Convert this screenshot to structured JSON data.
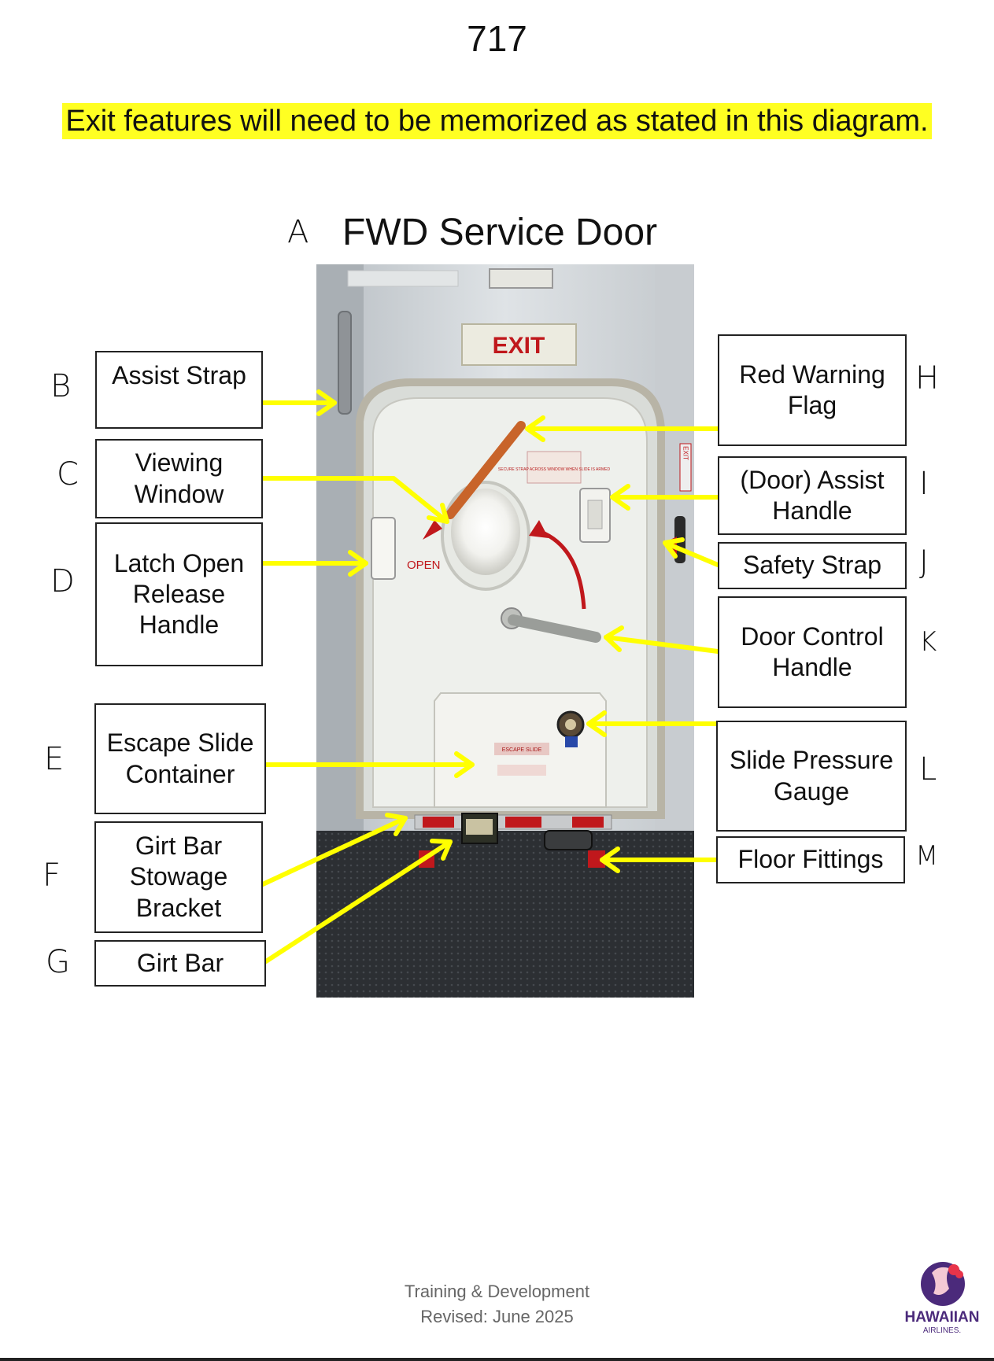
{
  "page_number": "717",
  "notice": "Exit features will need to be memorized as stated in this diagram.",
  "diagram": {
    "title": "FWD Service Door",
    "title_letter": "A",
    "exit_sign": "EXIT",
    "open_label": "OPEN",
    "secure_strap_placard": "SECURE STRAP ACROSS WINDOW WHEN SLIDE IS ARMED",
    "escape_slide_placard": "ESCAPE SLIDE",
    "side_sign": "EXIT",
    "labels": [
      {
        "letter": "B",
        "text": "Assist Strap"
      },
      {
        "letter": "C",
        "text": "Viewing Window"
      },
      {
        "letter": "D",
        "text": "Latch Open Release Handle"
      },
      {
        "letter": "E",
        "text": "Escape Slide Container"
      },
      {
        "letter": "F",
        "text": "Girt Bar Stowage Bracket"
      },
      {
        "letter": "G",
        "text": "Girt Bar"
      },
      {
        "letter": "H",
        "text": "Red Warning Flag"
      },
      {
        "letter": "I",
        "text": "(Door) Assist Handle"
      },
      {
        "letter": "J",
        "text": "Safety Strap"
      },
      {
        "letter": "K",
        "text": "Door Control Handle"
      },
      {
        "letter": "L",
        "text": "Slide Pressure Gauge"
      },
      {
        "letter": "M",
        "text": "Floor Fittings"
      }
    ],
    "arrow_color": "#ffff00",
    "flag_color": "#c8642a"
  },
  "footer": {
    "line1": "Training & Development",
    "line2": "Revised: June 2025"
  },
  "logo": {
    "name": "HAWAIIAN",
    "sub": "AIRLINES.",
    "icon": "hawaiian-airlines-logo-icon",
    "color": "#4b2a7b"
  }
}
